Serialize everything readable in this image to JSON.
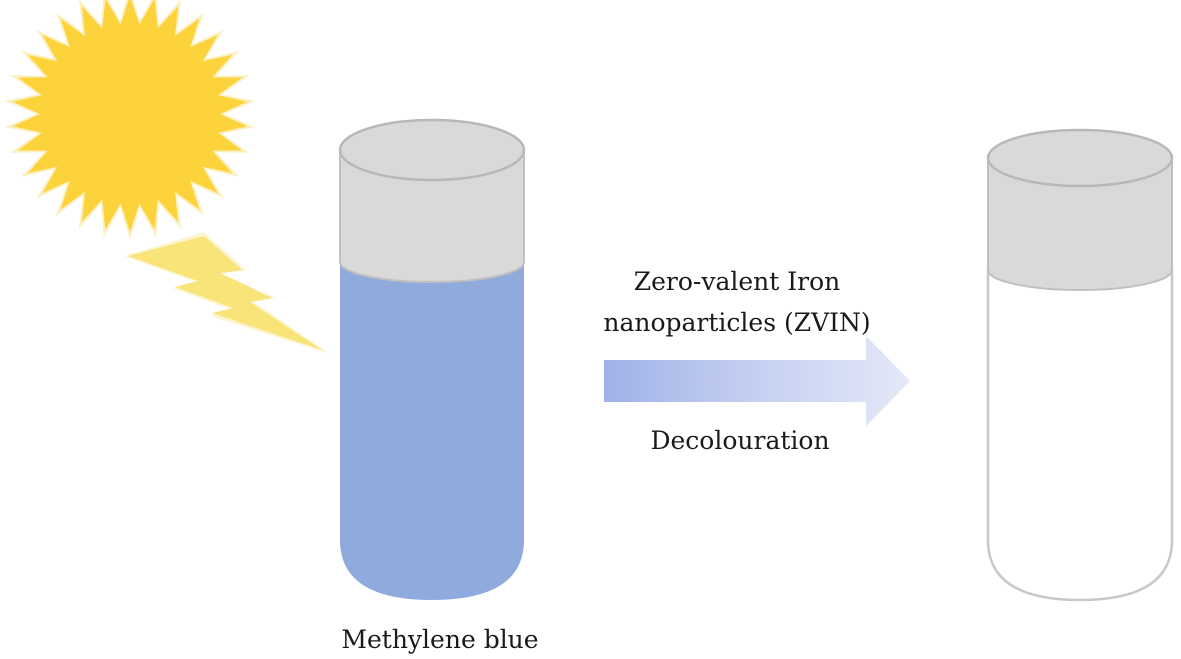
{
  "diagram": {
    "reaction_label_line1": "Zero-valent Iron",
    "reaction_label_line2": "nanoparticles (ZVIN)",
    "process_label": "Decolouration",
    "left_tube_label": "Methylene blue"
  },
  "colors": {
    "sun_fill": "#FDD33B",
    "sun_glow": "#FCE7A0",
    "lightning_fill": "#F9E47A",
    "cap_fill": "#D9D9D9",
    "cap_stroke": "#BDBDBD",
    "methylene_blue_liquid": "#8FAADC",
    "arrow_start": "#9FB1E8",
    "arrow_end": "#E4E9F8",
    "tube_outline": "#C8C8C8",
    "text": "#1A1A1A"
  },
  "icons": {
    "sun": "sun-icon",
    "lightning": "lightning-bolt-icon",
    "arrow": "right-arrow-icon"
  }
}
